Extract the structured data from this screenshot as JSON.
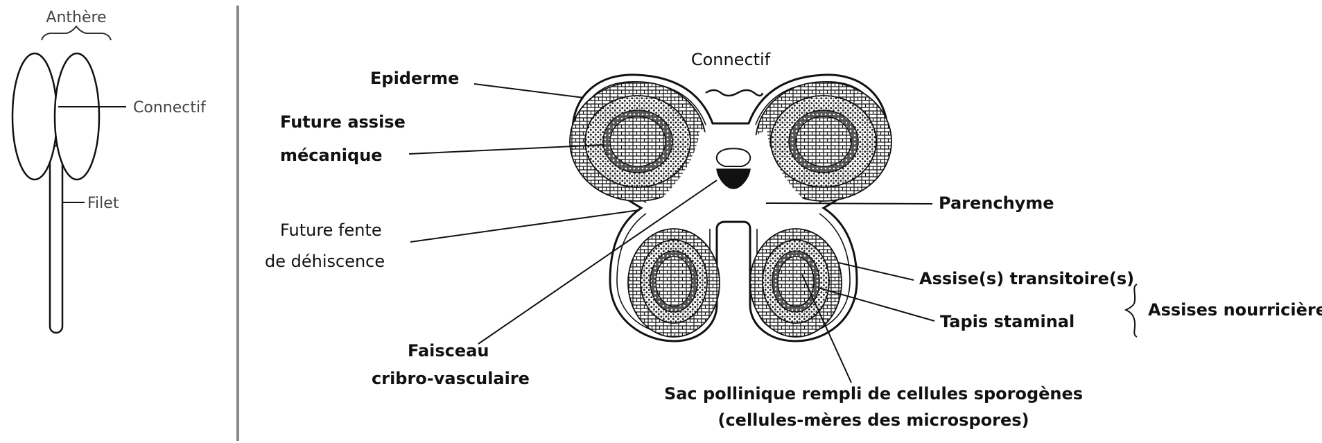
{
  "left_diagram": {
    "labels": {
      "anthere": "Anthère",
      "connectif": "Connectif",
      "filet": "Filet"
    }
  },
  "cross_section": {
    "labels": {
      "connectif": "Connectif",
      "epiderme": "Epiderme",
      "future_assise_line1": "Future assise",
      "future_assise_line2": "mécanique",
      "future_fente_line1": "Future fente",
      "future_fente_line2": "de déhiscence",
      "faisceau_line1": "Faisceau",
      "faisceau_line2": "cribro-vasculaire",
      "parenchyme": "Parenchyme",
      "assises_transitoires": "Assise(s) transitoire(s)",
      "tapis_staminal": "Tapis staminal",
      "assises_nourricieres": "Assises nourricières",
      "sac_line1": "Sac pollinique rempli de cellules sporogènes",
      "sac_line2": "(cellules-mères des microspores)"
    }
  }
}
